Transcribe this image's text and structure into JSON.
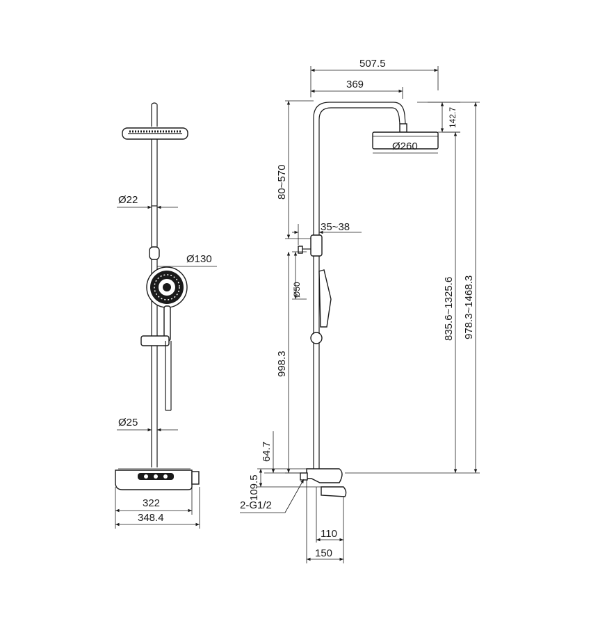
{
  "front_view": {
    "pipe_diameter": "Ø22",
    "hand_shower_diameter": "Ø130",
    "lower_pipe_diameter": "Ø25",
    "shelf_width_inner": "322",
    "shelf_width_outer": "348.4"
  },
  "side_view": {
    "overall_reach": "507.5",
    "arm_reach": "369",
    "head_diameter": "Ø260",
    "head_height": "142.7",
    "adjust_range": "80~570",
    "bracket_range": "35~38",
    "hand_shower_size": "Ø50",
    "height_to_valve": "998.3",
    "height_range_inner": "835.6~1325.6",
    "height_range_outer": "978.3~1468.3",
    "valve_offset_upper": "64.7",
    "valve_offset_lower": "109.5",
    "connection": "2-G1/2",
    "wall_distance_inner": "110",
    "wall_distance_outer": "150"
  }
}
